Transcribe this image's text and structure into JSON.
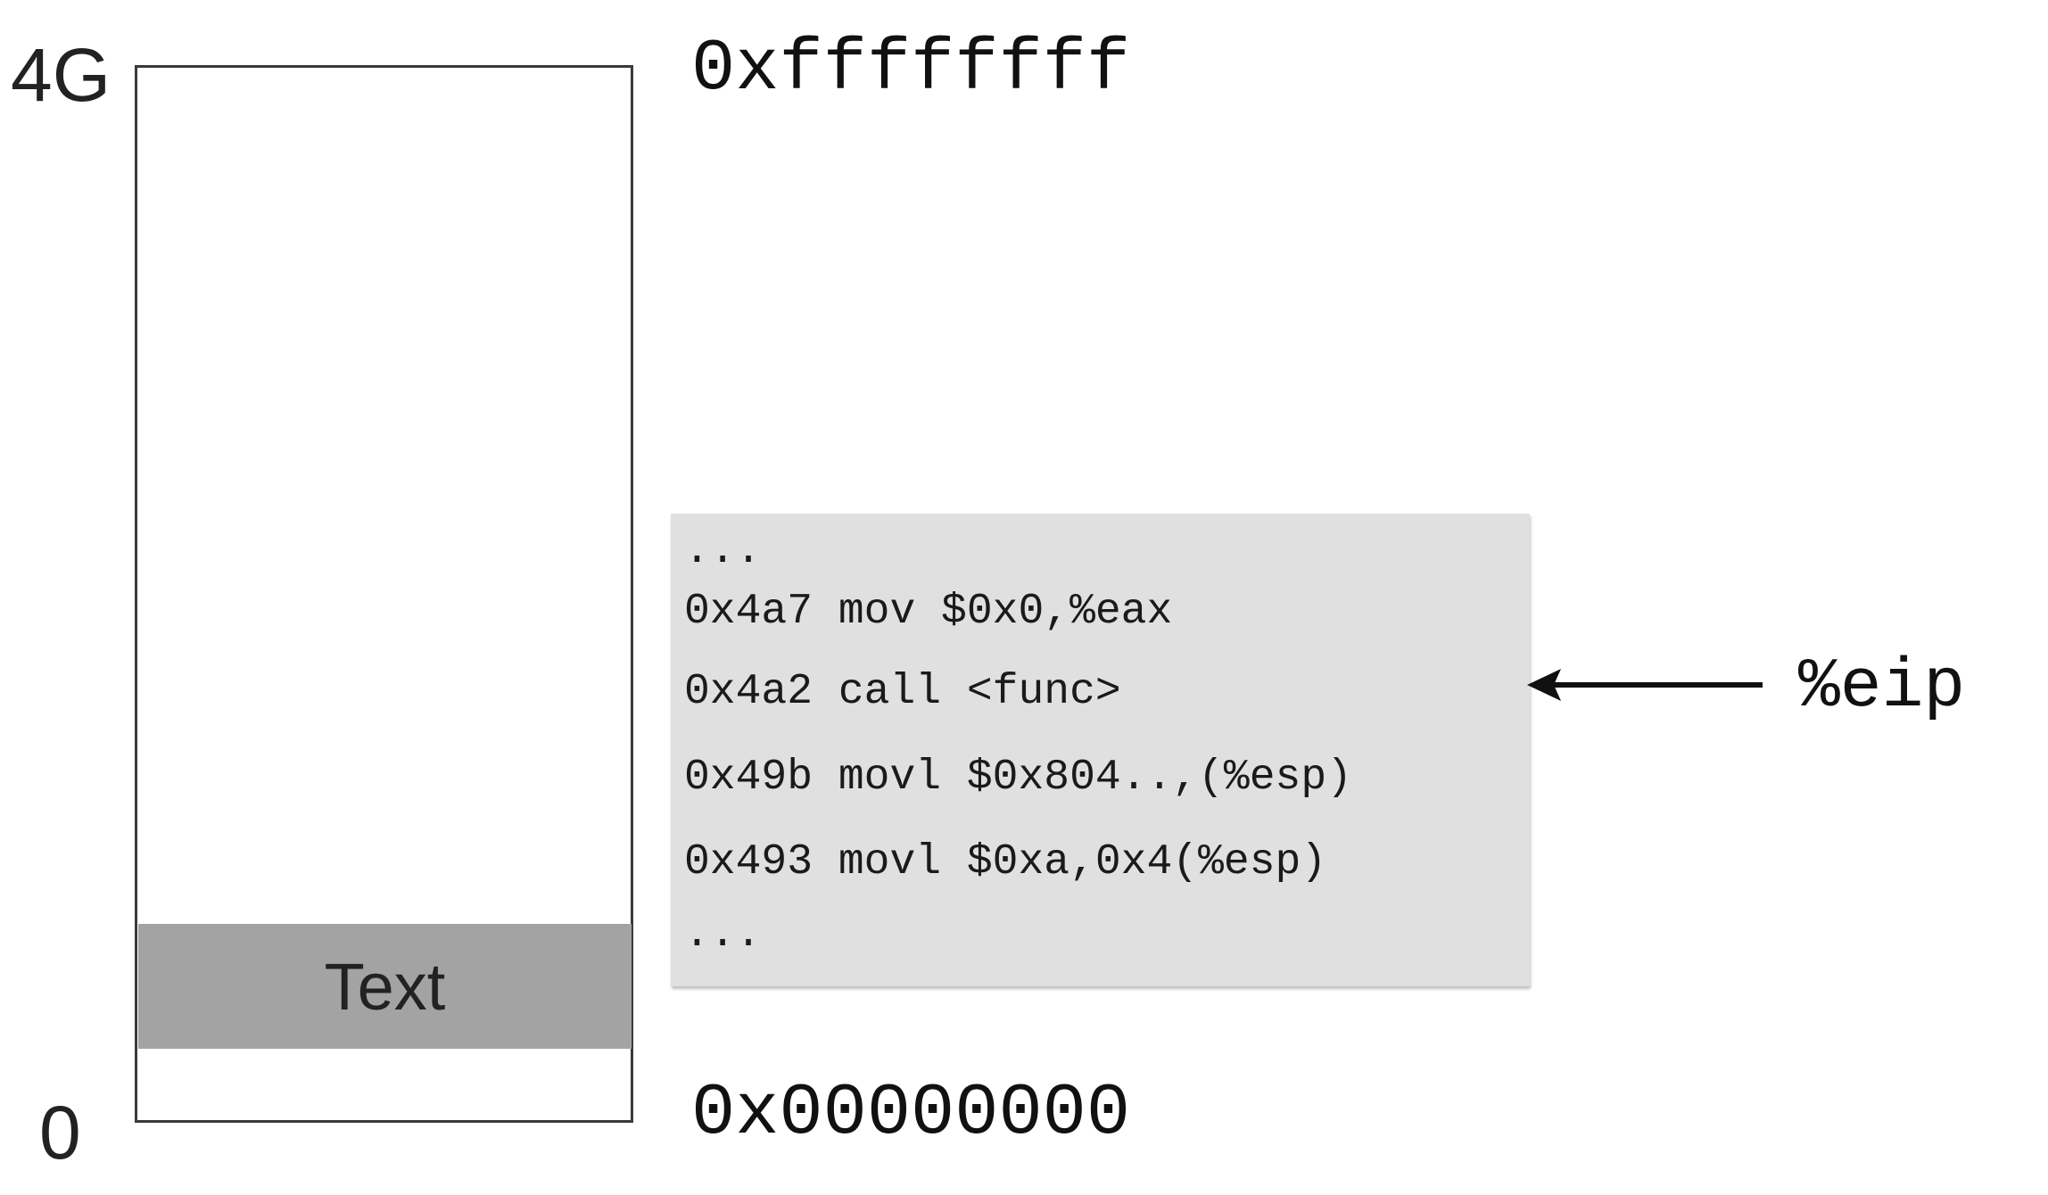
{
  "address_space": {
    "top_size_label": "4G",
    "bottom_size_label": "0",
    "top_address": "0xffffffff",
    "bottom_address": "0x00000000",
    "segment_label": "Text"
  },
  "code_listing": {
    "lines": [
      "...",
      "0x4a7 mov $0x0,%eax",
      "0x4a2 call <func>",
      "0x49b movl $0x804..,(%esp)",
      "0x493 movl $0xa,0x4(%esp)",
      "..."
    ]
  },
  "pointer": {
    "register_label": "%eip"
  }
}
